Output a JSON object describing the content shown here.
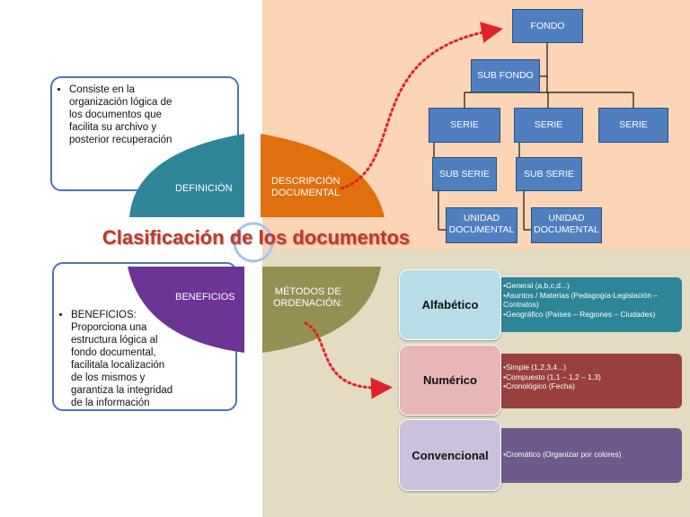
{
  "title": "Clasificación de los documentos",
  "colors": {
    "definicion": "#2e8597",
    "descripcion": "#e0700d",
    "beneficios": "#6c3494",
    "metodos": "#958f52",
    "org_box": "#4f7fbf",
    "arrow": "#e0212b"
  },
  "definition_note": "Consiste en la organización lógica de los documentos que facilita su archivo y posterior recuperación",
  "benefits_note": "BENEFICIOS: Proporciona una estructura lógica al fondo documental, facilitala localización de los mismos  y garantiza la integridad de la información",
  "quadrants": {
    "definicion": "DEFINICIÓN",
    "descripcion": [
      "DESCRIPCIÓN",
      "DOCUMENTAL"
    ],
    "beneficios": "BENEFICIOS",
    "metodos": [
      "MÉTODOS DE",
      "ORDENACIÓN:"
    ]
  },
  "org_chart": {
    "fondo": "FONDO",
    "sub_fondo": "SUB FONDO",
    "series": [
      "SERIE",
      "SERIE",
      "SERIE"
    ],
    "sub_series": [
      "SUB SERIE",
      "SUB SERIE"
    ],
    "unidades": [
      [
        "UNIDAD",
        "DOCUMENTAL"
      ],
      [
        "UNIDAD",
        "DOCUMENTAL"
      ]
    ]
  },
  "methods": [
    {
      "name": "Alfabético",
      "key_color": "#b8dde6",
      "detail_color": "#2e8597",
      "items": [
        "•General (a,b,c,d...)",
        "•Asuntos / Materias (Pedagogía-Legislación – Contratos)",
        "•Geográfico (Países – Regiones – Ciudades)"
      ]
    },
    {
      "name": "Numérico",
      "key_color": "#e8b6b5",
      "detail_color": "#9a3f3f",
      "items": [
        "•Simple (1,2,3,4...)",
        "•Compuesto (1,1 – 1,2 – 1,3)",
        "•Cronológico (Fecha)"
      ]
    },
    {
      "name": "Convencional",
      "key_color": "#cbc1dc",
      "detail_color": "#6f5a8b",
      "items": [
        "•Cromático (Organizar por colores)"
      ]
    }
  ]
}
